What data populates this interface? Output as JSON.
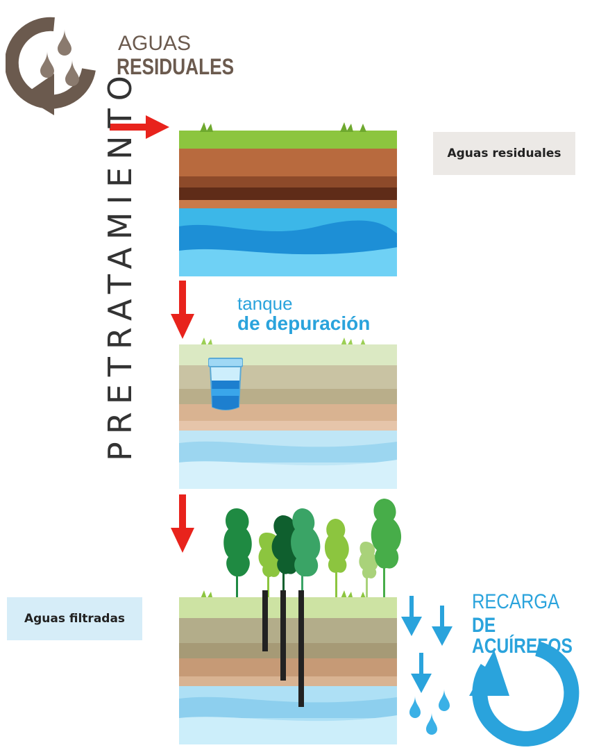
{
  "header": {
    "line1": "AGUAS",
    "line2": "RESIDUALES"
  },
  "vertical_label": "PRETRATAMIENTO",
  "boxes": {
    "top_right": "Aguas residuales",
    "bottom_left": "Aguas filtradas"
  },
  "tank_label": {
    "line1": "tanque",
    "line2": "de depuración"
  },
  "recharge_label": {
    "line1": "RECARGA",
    "line2": "DE ACUÍREFOS"
  },
  "colors": {
    "brown_title": "#6b5a4e",
    "blue_accent": "#2aa3dc",
    "red_arrow": "#e8231c",
    "box_gray": "#ece9e6",
    "box_blue": "#d6edf8"
  },
  "icons": [
    "recycle-arrow-icon",
    "water-drop-icon",
    "red-arrow-icon",
    "blue-arrow-icon",
    "tank-icon",
    "tree-icon"
  ]
}
